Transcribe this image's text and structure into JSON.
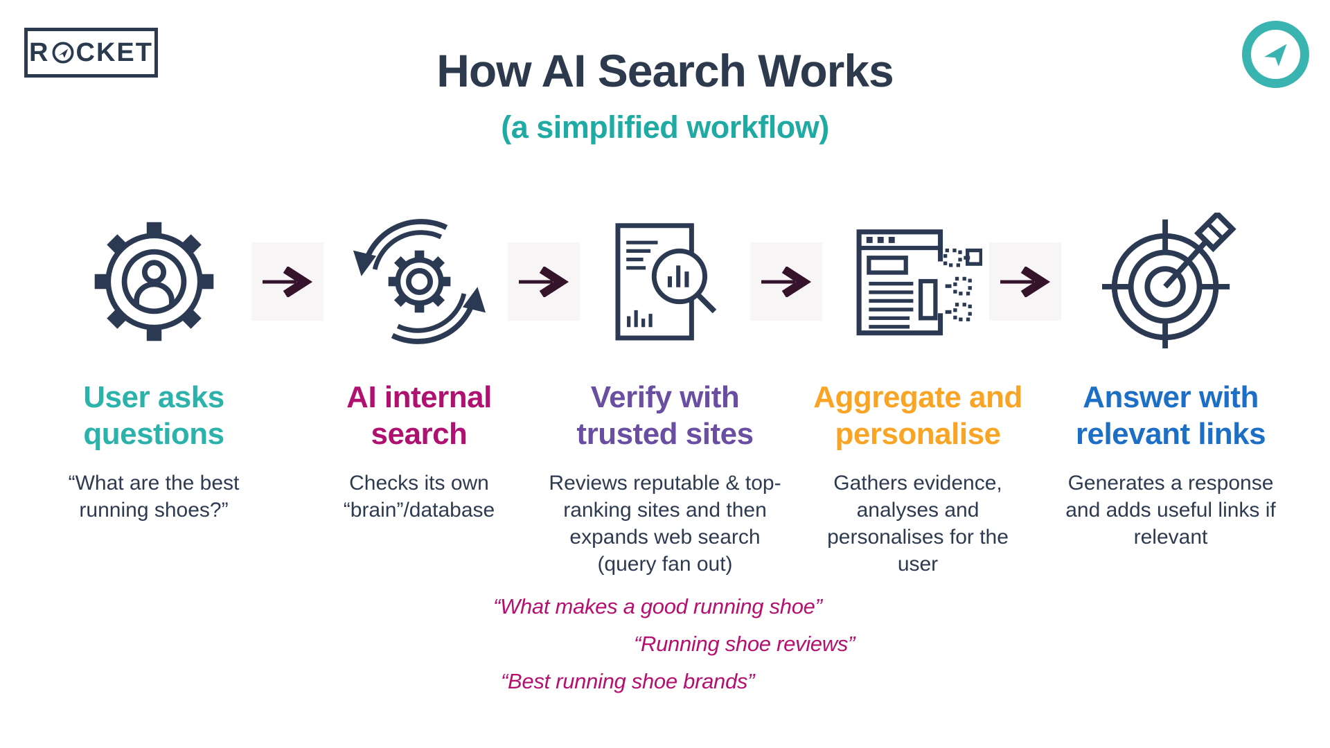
{
  "logo": {
    "text": "ROCKET",
    "prefix": "R",
    "suffix": "CKET"
  },
  "header": {
    "title": "How AI Search Works",
    "subtitle": "(a simplified workflow)"
  },
  "steps": [
    {
      "icon": "user-gear-icon",
      "title": "User asks\nquestions",
      "description": "“What are the best\nrunning shoes?”",
      "color": "#2bb2ab"
    },
    {
      "icon": "ai-sync-gear-icon",
      "title": "AI internal\nsearch",
      "description": "Checks its own\n“brain”/database",
      "color": "#b0106f"
    },
    {
      "icon": "document-magnifier-icon",
      "title": "Verify with\ntrusted sites",
      "description": "Reviews reputable & top-\nranking sites and then\nexpands web search\n(query fan out)",
      "color": "#6a4ea1"
    },
    {
      "icon": "browser-aggregate-icon",
      "title": "Aggregate and\npersonalise",
      "description": "Gathers evidence,\nanalyses and\npersonalises for the\nuser",
      "color": "#f9a424"
    },
    {
      "icon": "target-arrow-icon",
      "title": "Answer with\nrelevant links",
      "description": "Generates a response\nand adds useful links if\nrelevant",
      "color": "#1d6fc6"
    }
  ],
  "quotes": [
    "“What makes a good running shoe”",
    "“Running shoe reviews”",
    "“Best running shoe brands”"
  ],
  "colors": {
    "ink": "#2d3a4e",
    "icon_stroke": "#2b3a52",
    "teal": "#2bb2ab",
    "magenta": "#b0106f",
    "purple": "#6a4ea1",
    "orange": "#f9a424",
    "blue": "#1d6fc6",
    "quote_magenta": "#b50f70",
    "arrow_plum": "#35142b",
    "badge_teal": "#3ab4b0"
  }
}
